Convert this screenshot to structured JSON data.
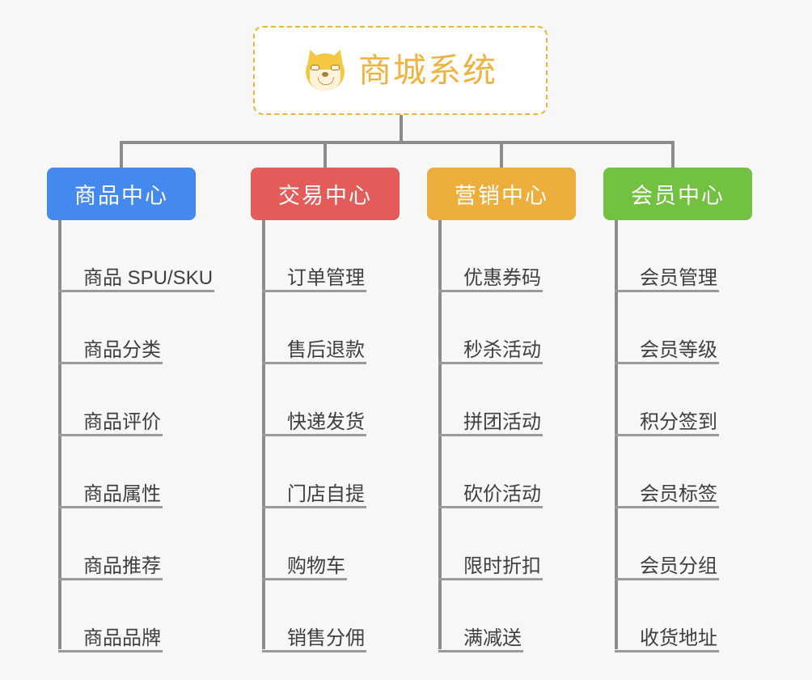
{
  "root": {
    "title": "商城系统",
    "icon": "dog-face-icon",
    "accent_color": "#efb23e",
    "border_color": "#eab63a"
  },
  "connector_color": "#8c8c8c",
  "background_color": "#f7f7f7",
  "columns": [
    {
      "id": "product-center",
      "label": "商品中心",
      "color": "#4489ed",
      "items": [
        "商品 SPU/SKU",
        "商品分类",
        "商品评价",
        "商品属性",
        "商品推荐",
        "商品品牌"
      ]
    },
    {
      "id": "trade-center",
      "label": "交易中心",
      "color": "#e35c59",
      "items": [
        "订单管理",
        "售后退款",
        "快递发货",
        "门店自提",
        "购物车",
        "销售分佣"
      ]
    },
    {
      "id": "marketing-center",
      "label": "营销中心",
      "color": "#edae3e",
      "items": [
        "优惠券码",
        "秒杀活动",
        "拼团活动",
        "砍价活动",
        "限时折扣",
        "满减送"
      ]
    },
    {
      "id": "member-center",
      "label": "会员中心",
      "color": "#72c140",
      "items": [
        "会员管理",
        "会员等级",
        "积分签到",
        "会员标签",
        "会员分组",
        "收货地址"
      ]
    }
  ]
}
